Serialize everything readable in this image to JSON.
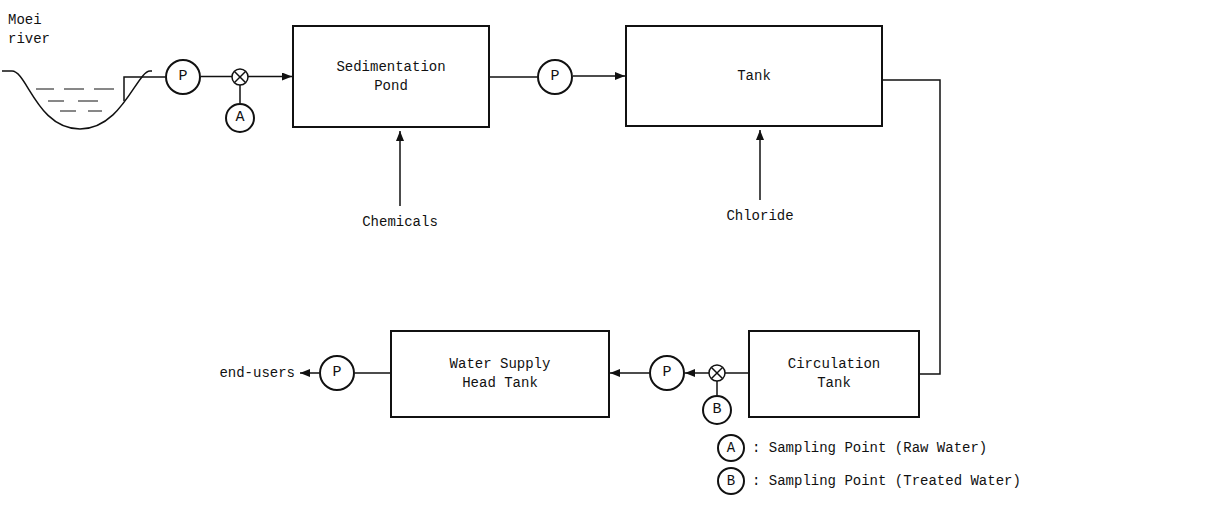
{
  "diagram": {
    "nodes": [
      {
        "text": [
          "Moei river"
        ]
      },
      {
        "text": [
          "P"
        ]
      },
      {
        "text": [
          "A"
        ]
      },
      {
        "text": [
          "Sedimentation Pond"
        ]
      },
      {
        "text": [
          "P"
        ]
      },
      {
        "text": [
          "Tank"
        ]
      },
      {
        "text": [
          "Circulation Tank"
        ]
      },
      {
        "text": [
          "B"
        ]
      },
      {
        "text": [
          "P"
        ]
      },
      {
        "text": [
          "Water Supply Head Tank"
        ]
      },
      {
        "text": [
          "P"
        ]
      }
    ],
    "edges": [
      {
        "from": 0,
        "to": 1,
        "arrow": "none"
      },
      {
        "from": 1,
        "to": 3,
        "arrow": "to"
      },
      {
        "from": 3,
        "to": 4,
        "arrow": "none"
      },
      {
        "from": 4,
        "to": 5,
        "arrow": "to"
      },
      {
        "from": 5,
        "to": 6,
        "arrow": "none"
      },
      {
        "from": 6,
        "to": 8,
        "arrow": "to"
      },
      {
        "from": 8,
        "to": 9,
        "arrow": "to"
      },
      {
        "from": 9,
        "to": 10,
        "arrow": "none"
      }
    ],
    "labels": [
      "Chemicals",
      "Chloride",
      "end-users",
      "A",
      "B"
    ],
    "legend": [
      {
        "text": ": Sampling Point (Raw Water)"
      },
      {
        "text": ": Sampling Point (Treated Water)"
      }
    ]
  }
}
